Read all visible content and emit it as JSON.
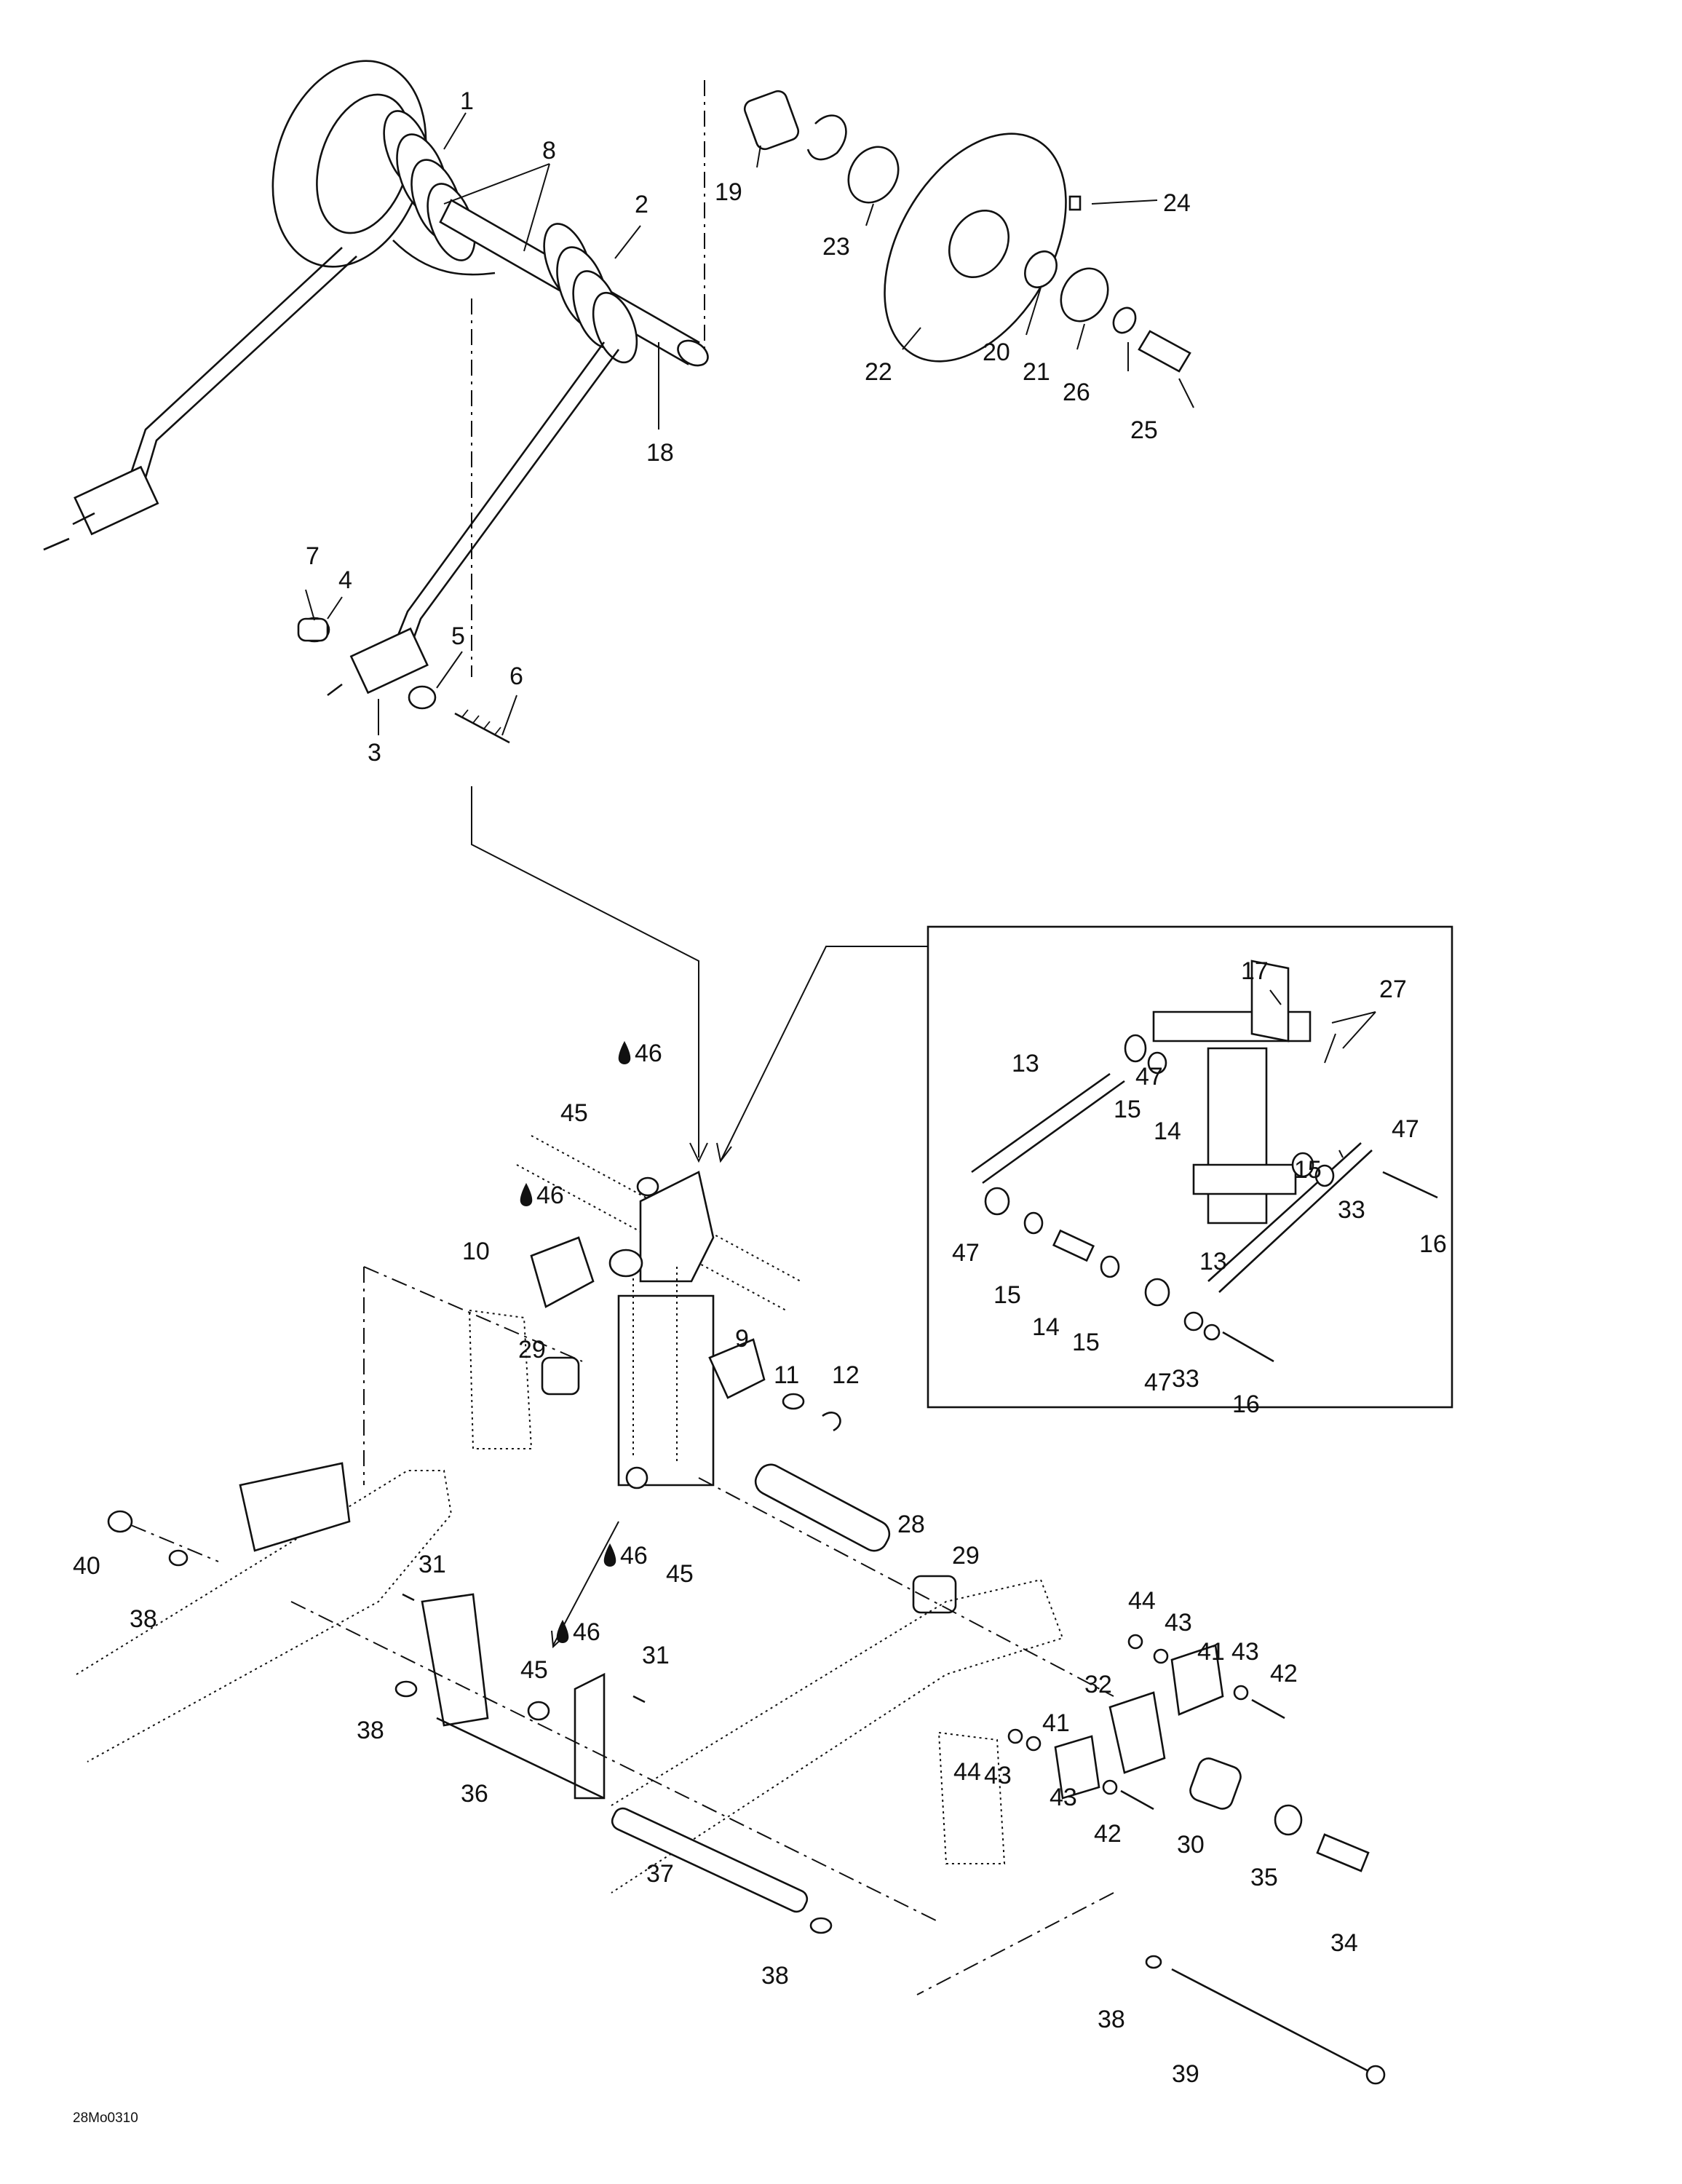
{
  "diagram": {
    "reference_code": "28Mo0310",
    "callouts": [
      "1",
      "2",
      "3",
      "4",
      "5",
      "6",
      "7",
      "8",
      "9",
      "10",
      "11",
      "12",
      "13",
      "14",
      "15",
      "16",
      "17",
      "18",
      "19",
      "20",
      "21",
      "22",
      "23",
      "24",
      "25",
      "26",
      "27",
      "28",
      "29",
      "30",
      "31",
      "32",
      "33",
      "34",
      "35",
      "36",
      "37",
      "38",
      "39",
      "40",
      "41",
      "42",
      "43",
      "44",
      "45",
      "46",
      "47"
    ],
    "lubricant_symbol": "oil-drop",
    "lubricant_callout": "46"
  }
}
